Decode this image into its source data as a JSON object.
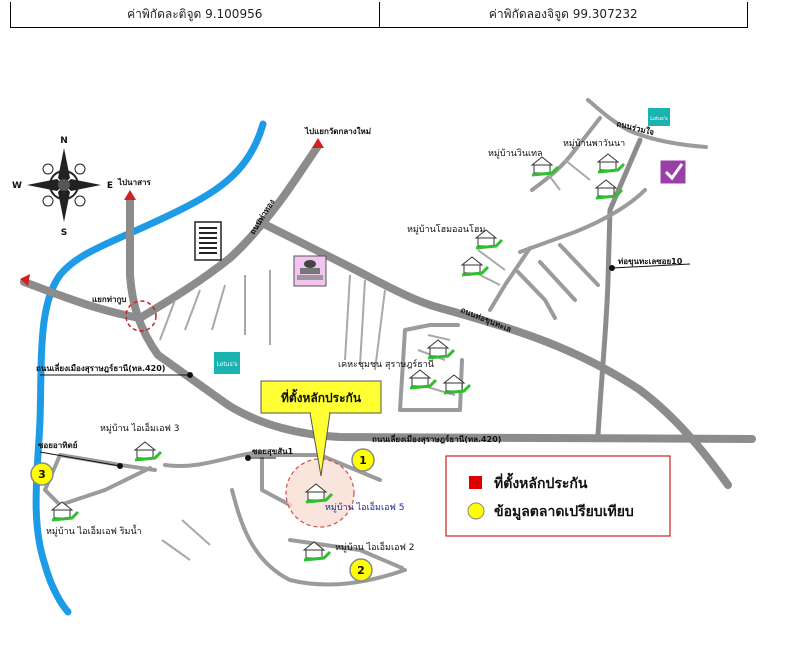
{
  "header": {
    "latitude_label": "ค่าพิกัดละติจูด 9.100956",
    "longitude_label": "ค่าพิกัดลองจิจูด 99.307232"
  },
  "compass": {
    "north": "N",
    "south": "S",
    "east": "E",
    "west": "W"
  },
  "directions": {
    "to_wat_klang_mai": "ไปแยกวัดกลางใหม่",
    "to_na_sarn": "ไปนาสาร",
    "to_khun_thale_soi10": "ท่อขุนทะเลซอย10"
  },
  "roads": {
    "tha_kut": "แยกท่ากูบ",
    "outer_ring_north": "ถนนเลี่ยงเมืองสุราษฎร์ธานี(ทล.420)",
    "outer_ring_south": "ถนนเลี่ยงเมืองสุราษฎร์ธานี(ทล.420)",
    "thanon_north": "ถนนท่าทอง",
    "khun_thale_road": "ถนนท่อขุนทะเล",
    "ruam_jai": "ถนนร่วมใจ",
    "soi_suksan1": "ซอยสุขสัน1",
    "soi_arthit": "ซอยอาทิตย์"
  },
  "places": {
    "lotus_top": "Lotus's",
    "lotus_mid": "Lotus's",
    "moo_wintel": "หมู่บ้านวินเทล",
    "moo_pha_wan": "หมู่บ้านพาวันนา",
    "moo_home_on_home": "หมู่บ้านโฮมออนโฮม",
    "kheha_chumchon": "เคหะชุมชน สุราษฎร์ธานี",
    "moo_im_f3": "หมู่บ้าน ไอเอ็มเอฟ 3",
    "moo_im_f5": "หมู่บ้าน ไอเอ็มเอฟ 5",
    "moo_im_f2": "หมู่บ้าน ไอเอ็มเอฟ 2",
    "moo_im_f_riverside": "หมู่บ้าน ไอเอ็มเอฟ ริมน้ำ"
  },
  "callout": {
    "label": "ที่ตั้งหลักประกัน"
  },
  "markers": [
    {
      "id": "1"
    },
    {
      "id": "2"
    },
    {
      "id": "3"
    }
  ],
  "legend": {
    "collateral_label": "ที่ตั้งหลักประกัน",
    "comparable_label": "ข้อมูลตลาดเปรียบเทียบ"
  },
  "colors": {
    "river": "#1e9be6",
    "road": "#8c8c8c",
    "callout_fill": "#ffff33",
    "marker_fill": "#ffff00",
    "legend_square": "#e00000",
    "direction_arrow": "#d02020",
    "lotus_teal": "#19b3b0"
  }
}
